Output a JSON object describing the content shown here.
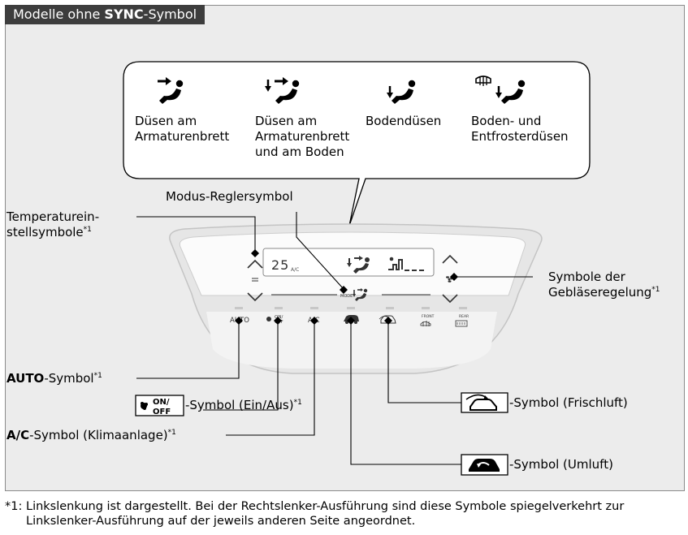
{
  "header_tab": {
    "prefix": "Modelle ohne ",
    "bold": "SYNC",
    "suffix": "-Symbol"
  },
  "vent_modes": [
    {
      "line1": "Düsen am",
      "line2": "Armaturenbrett",
      "line3": ""
    },
    {
      "line1": "Düsen am",
      "line2": "Armaturenbrett",
      "line3": "und am Boden"
    },
    {
      "line1": "Bodendüsen",
      "line2": "",
      "line3": ""
    },
    {
      "line1": "Boden- und",
      "line2": "Entfrosterdüsen",
      "line3": ""
    }
  ],
  "callouts": {
    "mode_control": "Modus-Reglersymbol",
    "temperature_line1": "Temperaturein-",
    "temperature_line2": "stellsymbole",
    "fan_line1": "Symbole der",
    "fan_line2": "Gebläseregelung",
    "auto_bold": "AUTO",
    "auto_rest": "-Symbol",
    "onoff_rest": "-Symbol (Ein/Aus)",
    "ac_bold": "A/C",
    "ac_rest": "-Symbol (Klimaanlage)",
    "fresh_rest": "-Symbol (Frischluft)",
    "recirc_rest": "-Symbol (Umluft)",
    "footnote_mark": "*1"
  },
  "panel": {
    "display_temp": "25",
    "display_ac": "A/C",
    "mode_label": "MODE",
    "btn_auto": "AUTO",
    "btn_onoff_on": "ON/",
    "btn_onoff_off": "OFF",
    "btn_ac": "A/C",
    "btn_front": "FRONT",
    "btn_rear": "REAR"
  },
  "onoff_icon": {
    "on": "ON/",
    "off": "OFF"
  },
  "footnote": {
    "mark": "*1:",
    "line1": "Linkslenkung ist dargestellt. Bei der Rechtslenker-Ausführung sind diese Symbole spiegelverkehrt zur",
    "line2": "Linkslenker-Ausführung auf der jeweils anderen Seite angeordnet."
  }
}
